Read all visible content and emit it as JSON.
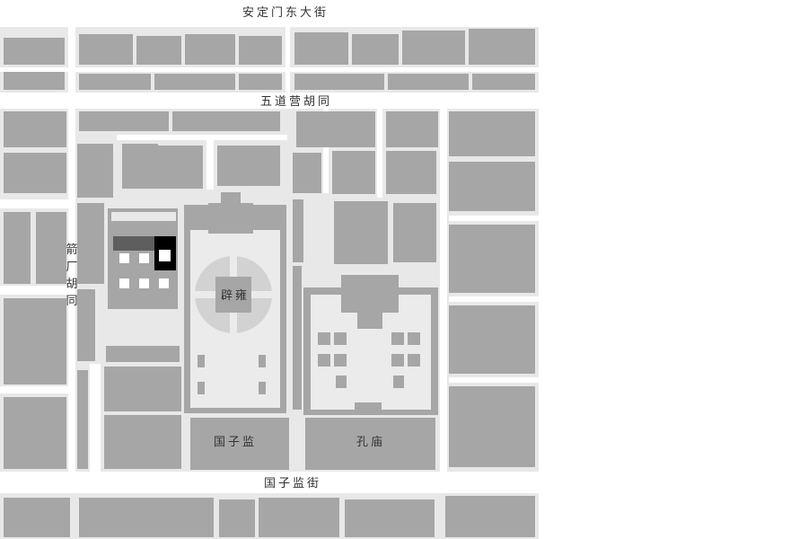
{
  "colors": {
    "background": "#ffffff",
    "building": "#a6a6a6",
    "ground": "#e8e8e8",
    "road": "#ffffff",
    "label": "#333333",
    "highlight_black": "#000000",
    "highlight_dark": "#5e5e5e",
    "circle": "#d2d2d2"
  },
  "labels": {
    "street_top": "安定门东大街",
    "hutong_wudaoying": "五道营胡同",
    "hutong_jianchang": [
      "箭",
      "厂",
      "胡",
      "同"
    ],
    "biyong": "辟雍",
    "guozijian": "国子监",
    "kongmiao": "孔庙",
    "street_bottom": "国子监街"
  }
}
